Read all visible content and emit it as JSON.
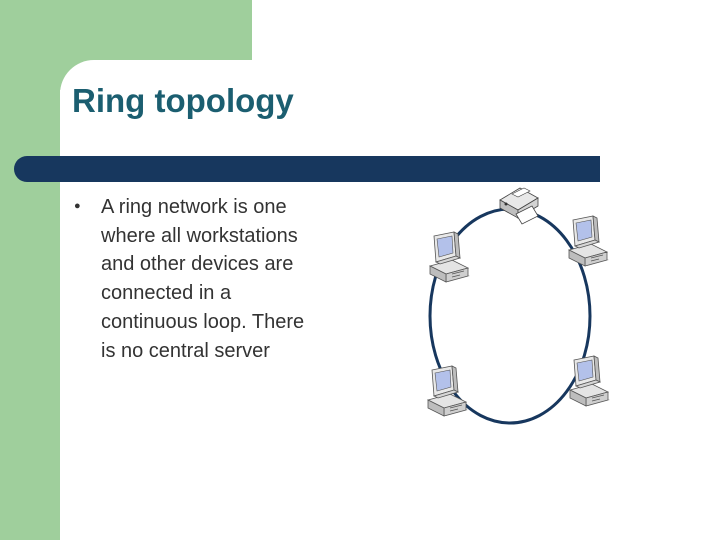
{
  "slide": {
    "title": "Ring topology",
    "bullets": [
      {
        "lines": [
          "A ring network is one",
          "where all workstations",
          "and other devices are",
          "connected in a",
          "continuous loop.  There",
          "is no central server"
        ]
      }
    ]
  },
  "diagram": {
    "nodes": [
      {
        "name": "printer-icon"
      },
      {
        "name": "workstation-icon"
      },
      {
        "name": "workstation-icon"
      },
      {
        "name": "workstation-icon"
      },
      {
        "name": "workstation-icon"
      }
    ]
  },
  "colors": {
    "accent_green": "#9fcf9c",
    "title_teal": "#1b5e70",
    "bar_navy": "#17375e",
    "ring_navy": "#17375e",
    "body_text": "#333333"
  }
}
